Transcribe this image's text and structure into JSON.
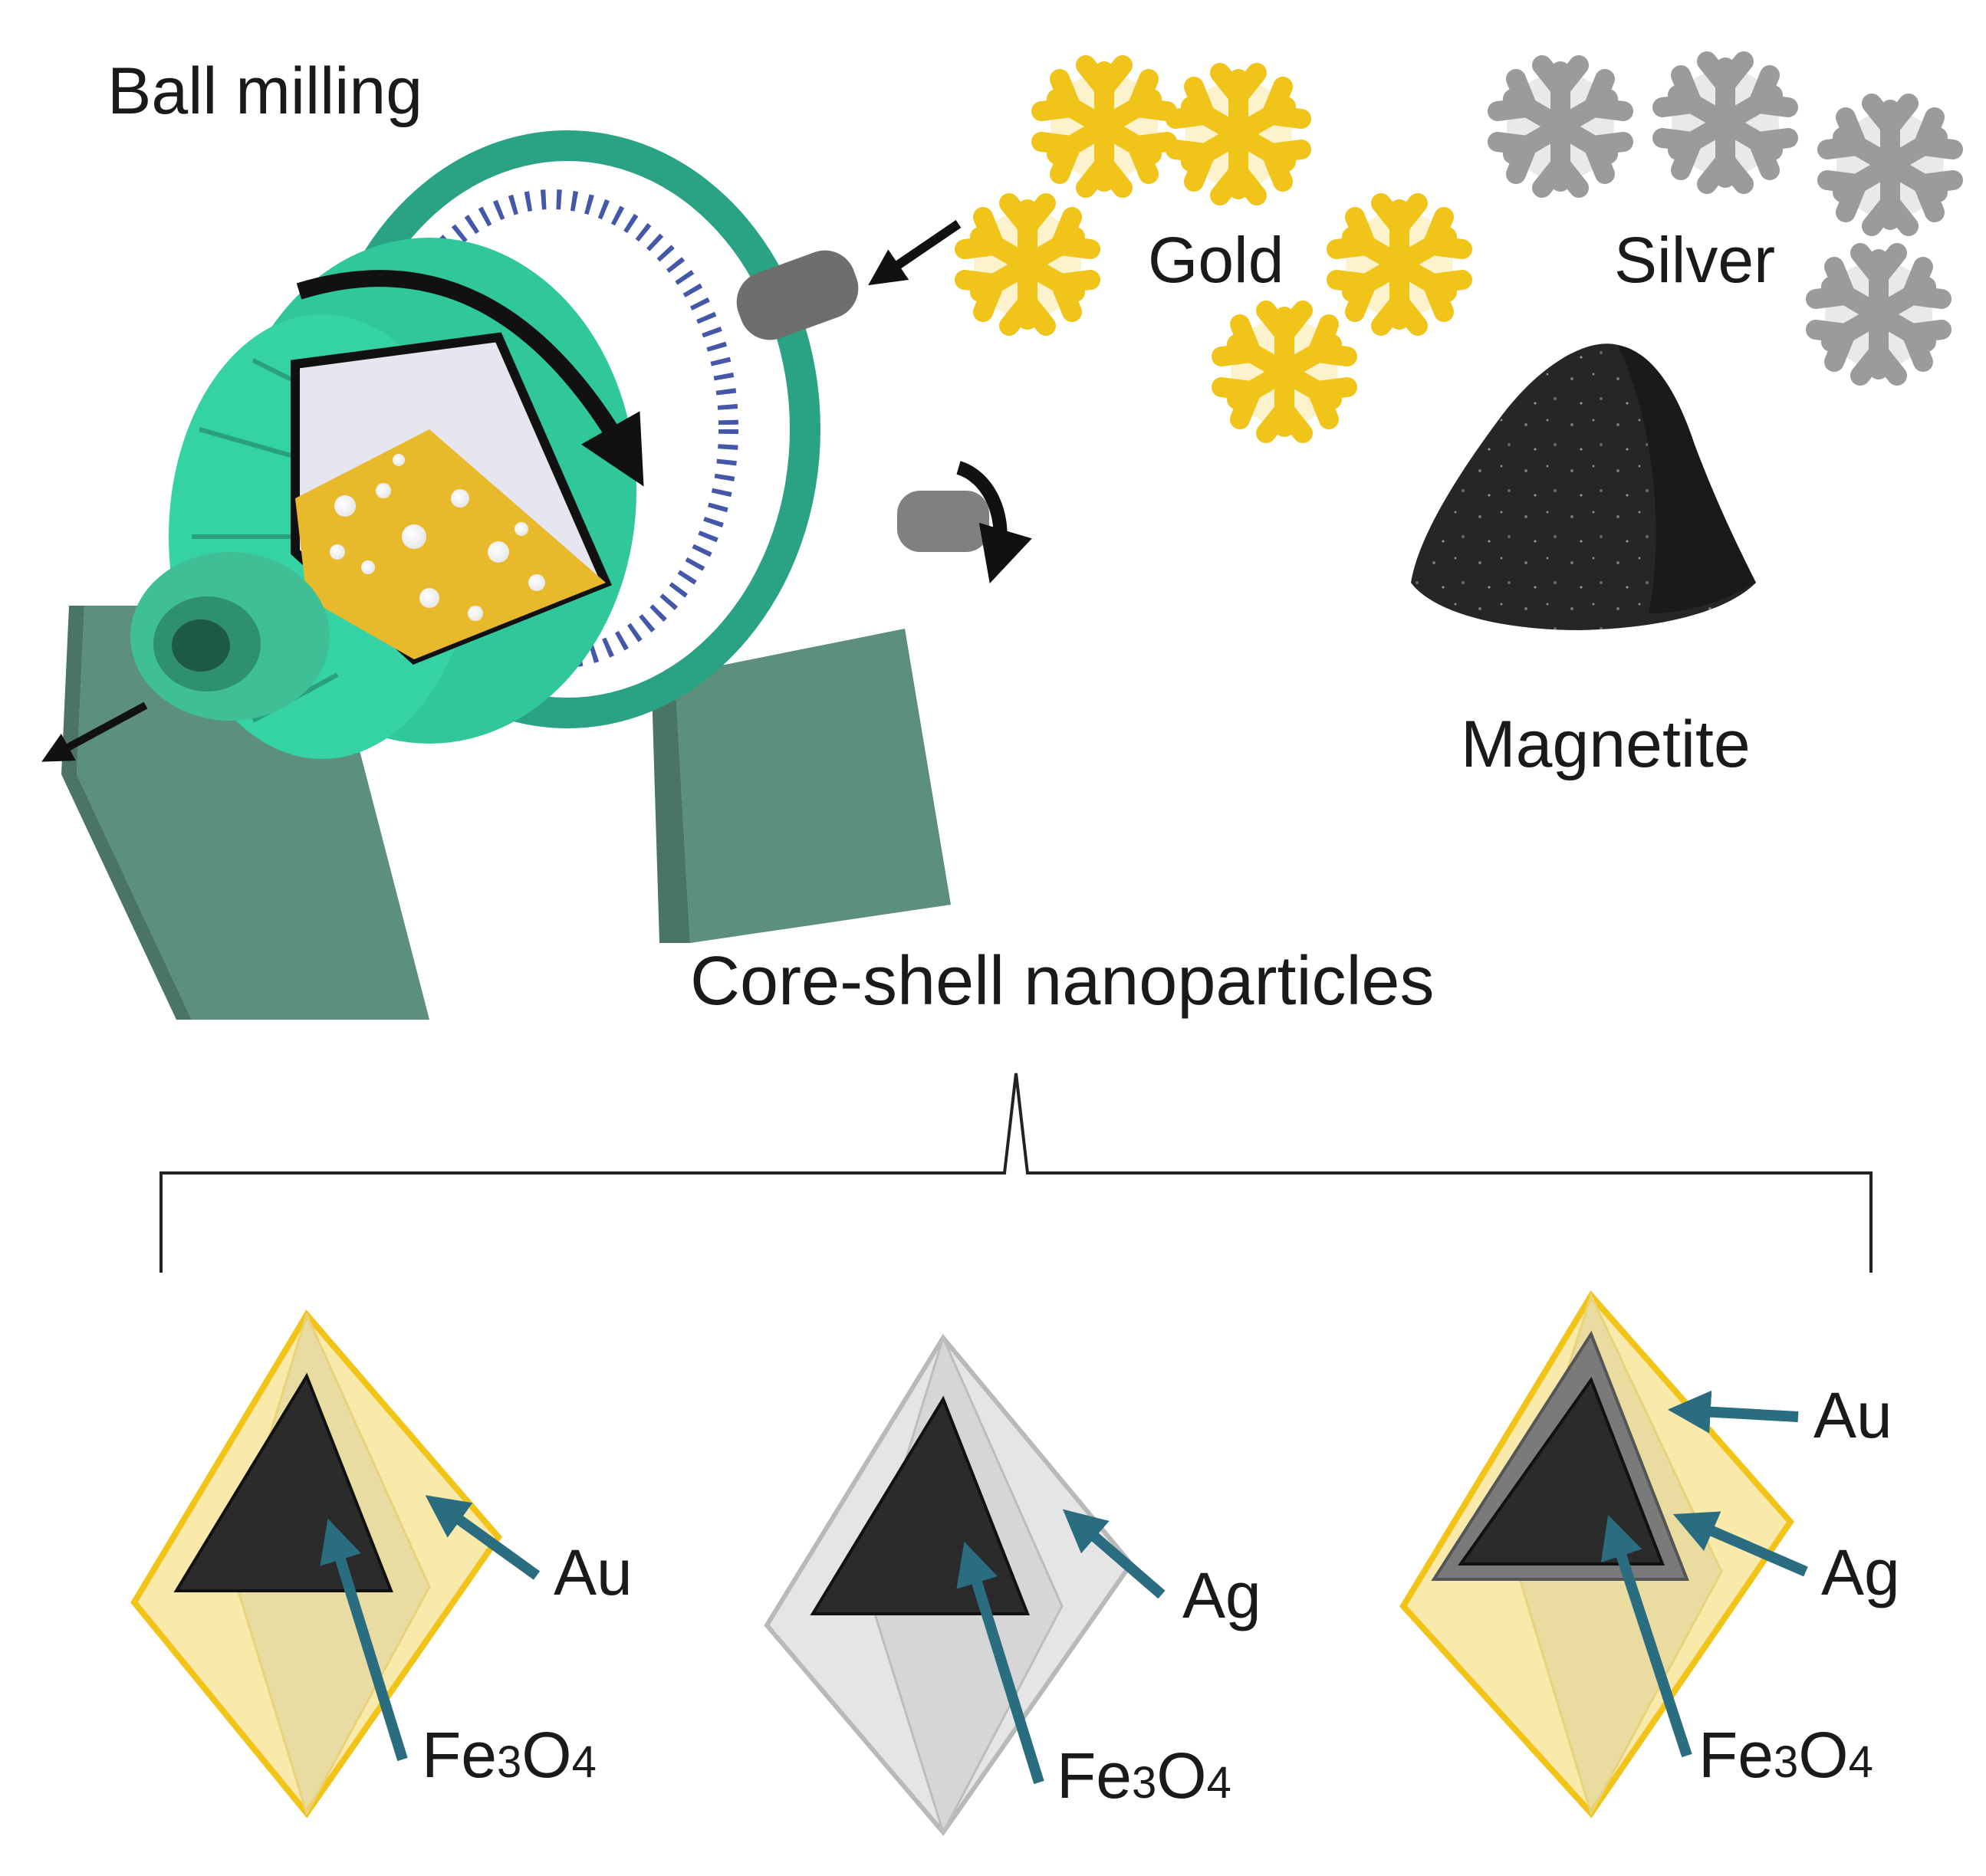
{
  "labels": {
    "ball_milling": "Ball milling",
    "gold": "Gold",
    "silver": "Silver",
    "magnetite": "Magnetite",
    "core_shell": "Core-shell nanoparticles"
  },
  "particles": [
    {
      "core_label": {
        "main_1": "Fe",
        "sub_1": "3",
        "main_2": "O",
        "sub_2": "4"
      },
      "shell_labels": [
        "Au"
      ]
    },
    {
      "core_label": {
        "main_1": "Fe",
        "sub_1": "3",
        "main_2": "O",
        "sub_2": "4"
      },
      "shell_labels": [
        "Ag"
      ]
    },
    {
      "core_label": {
        "main_1": "Fe",
        "sub_1": "3",
        "main_2": "O",
        "sub_2": "4"
      },
      "shell_labels": [
        "Au",
        "Ag"
      ]
    }
  ],
  "colors": {
    "mill_green": "#2fbf96",
    "mill_dark": "#4e8a76",
    "stand": "#5c8f7c",
    "gold_yellow": "#f2c417",
    "silver_gray": "#9a9a9a",
    "magnetite": "#262626",
    "arrow_teal": "#2b6d80",
    "core": "#2b2b2b"
  },
  "icons": {
    "gold_particle": "gold-nanoflower-icon",
    "silver_particle": "silver-nanoflower-icon",
    "magnetite_pile": "magnetite-pile-icon",
    "mill": "ball-mill-icon"
  }
}
